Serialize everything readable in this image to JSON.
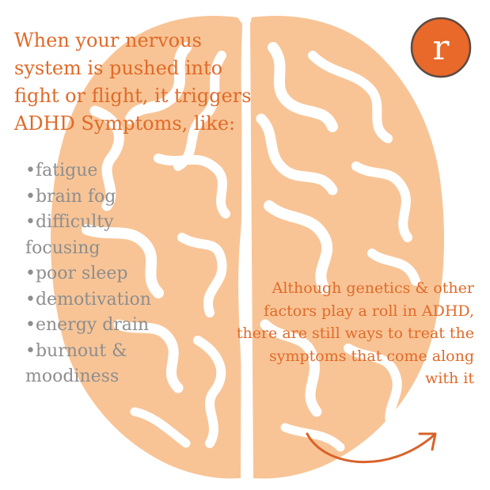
{
  "headline": {
    "lines": [
      "When your nervous",
      "system is  pushed into",
      "fight or flight, it triggers",
      "ADHD Symptoms, like:"
    ]
  },
  "symptoms": [
    "•fatigue",
    "•brain fog",
    "•difficulty",
    "focusing",
    "•poor sleep",
    "•demotivation",
    "•energy drain",
    "•burnout &",
    "moodiness"
  ],
  "note": {
    "lines": [
      "Although genetics & other",
      "factors play a roll in ADHD,",
      "there are still ways to treat the",
      "symptoms that come along",
      "with it"
    ]
  },
  "logo": {
    "letter": "r"
  },
  "colors": {
    "accent": "#e06a28",
    "brain": "#f8c496",
    "muted_text": "#8e8e8e",
    "logo_fill": "#e8692a"
  },
  "icons": [
    "brain-illustration-icon",
    "logo-icon",
    "curved-arrow-icon"
  ]
}
